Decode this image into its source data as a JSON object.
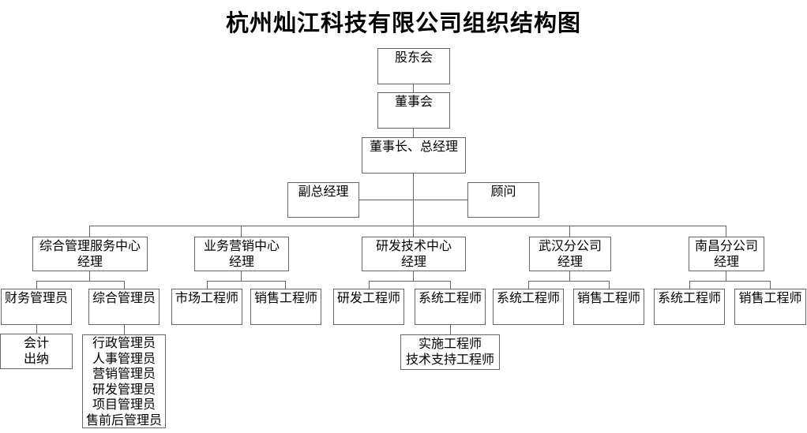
{
  "title": "杭州灿江科技有限公司组织结构图",
  "nodes": {
    "shareholders": {
      "label": "股东会"
    },
    "board": {
      "label": "董事会"
    },
    "chairman_gm": {
      "label": "董事长、总经理"
    },
    "deputy_gm": {
      "label": "副总经理"
    },
    "advisor": {
      "label": "顾问"
    },
    "admin_center": {
      "lines": [
        "综合管理服务中心",
        "经理"
      ]
    },
    "marketing_center": {
      "lines": [
        "业务营销中心",
        "经理"
      ]
    },
    "rd_center": {
      "lines": [
        "研发技术中心",
        "经理"
      ]
    },
    "wuhan_branch": {
      "lines": [
        "武汉分公司",
        "经理"
      ]
    },
    "nanchang_branch": {
      "lines": [
        "南昌分公司",
        "经理"
      ]
    },
    "finance_admin": {
      "label": "财务管理员"
    },
    "general_admin": {
      "label": "综合管理员"
    },
    "market_engineer": {
      "label": "市场工程师"
    },
    "sales_engineer_marketing": {
      "label": "销售工程师"
    },
    "rd_engineer": {
      "label": "研发工程师"
    },
    "systems_engineer_rd": {
      "label": "系统工程师"
    },
    "systems_engineer_wuhan": {
      "label": "系统工程师"
    },
    "sales_engineer_wuhan": {
      "label": "销售工程师"
    },
    "systems_engineer_nanchang": {
      "label": "系统工程师"
    },
    "sales_engineer_nanchang": {
      "label": "销售工程师"
    },
    "accountant_cashier": {
      "lines": [
        "会计",
        "出纳"
      ]
    },
    "admin_staff": {
      "lines": [
        "行政管理员",
        "人事管理员",
        "营销管理员",
        "研发管理员",
        "项目管理员",
        "售前后管理员"
      ]
    },
    "impl_support": {
      "lines": [
        "实施工程师",
        "技术支持工程师"
      ]
    }
  },
  "colors": {
    "line": "#666666",
    "text": "#000000",
    "background": "#ffffff"
  }
}
